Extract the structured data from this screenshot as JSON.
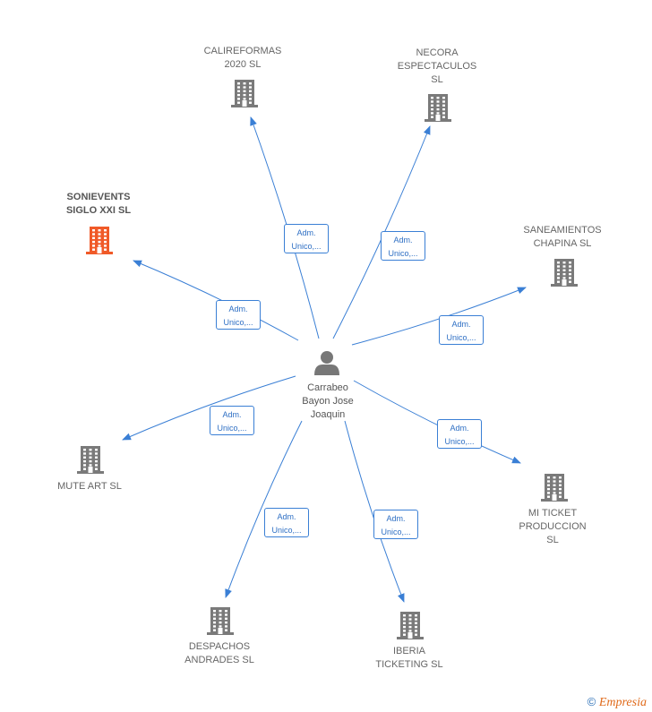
{
  "center": {
    "name_lines": [
      "Carrabeo",
      "Bayon Jose",
      "Joaquin"
    ],
    "icon": "person-icon"
  },
  "edge_label_lines": [
    "Adm.",
    "Unico,..."
  ],
  "colors": {
    "edge": "#3a7fd5",
    "company": "#7a7a7a",
    "highlight": "#f05a28",
    "person": "#777777"
  },
  "companies": [
    {
      "id": "calireformas",
      "lines": [
        "CALIREFORMAS",
        "2020  SL"
      ],
      "highlight": false,
      "icon": "building-icon"
    },
    {
      "id": "necora",
      "lines": [
        "NECORA",
        "ESPECTACULOS",
        "SL"
      ],
      "highlight": false,
      "icon": "building-icon"
    },
    {
      "id": "sonievents",
      "lines": [
        "SONIEVENTS",
        "SIGLO XXI  SL"
      ],
      "highlight": true,
      "icon": "building-icon"
    },
    {
      "id": "saneamientos",
      "lines": [
        "SANEAMIENTOS",
        "CHAPINA  SL"
      ],
      "highlight": false,
      "icon": "building-icon"
    },
    {
      "id": "muteart",
      "lines": [
        "MUTE ART  SL"
      ],
      "highlight": false,
      "icon": "building-icon"
    },
    {
      "id": "miticket",
      "lines": [
        "MI TICKET",
        "PRODUCCION",
        "SL"
      ],
      "highlight": false,
      "icon": "building-icon"
    },
    {
      "id": "despachos",
      "lines": [
        "DESPACHOS",
        "ANDRADES  SL"
      ],
      "highlight": false,
      "icon": "building-icon"
    },
    {
      "id": "iberia",
      "lines": [
        "IBERIA",
        "TICKETING  SL"
      ],
      "highlight": false,
      "icon": "building-icon"
    }
  ],
  "footer": {
    "copyright": "©",
    "brand": "Empresia"
  }
}
